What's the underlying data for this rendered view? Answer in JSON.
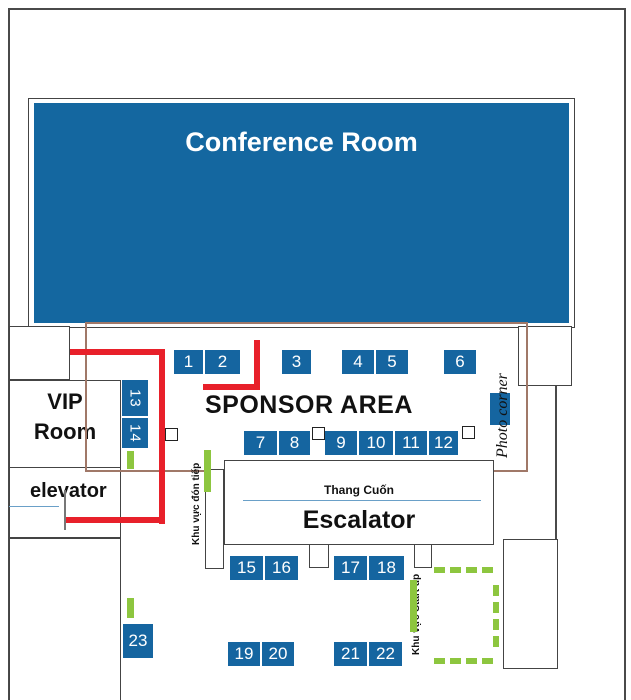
{
  "rooms": {
    "conference": "Conference Room",
    "vip_line1": "VIP",
    "vip_line2": "Room",
    "elevator": "elevator",
    "sponsor_area": "SPONSOR AREA",
    "photo_corner": "Photo corner",
    "escalator_vn": "Thang Cuốn",
    "escalator": "Escalator",
    "reception_vn": "Khu vực đón tiếp",
    "startup_vn": "Khu vực Start up"
  },
  "booths": [
    "1",
    "2",
    "3",
    "4",
    "5",
    "6",
    "7",
    "8",
    "9",
    "10",
    "11",
    "12",
    "13",
    "14",
    "15",
    "16",
    "17",
    "18",
    "19",
    "20",
    "21",
    "22",
    "23"
  ],
  "colors": {
    "booth": "#1565a0",
    "conference": "#1467a0",
    "route": "#e8202a",
    "startup_marker": "#8dc63f",
    "sponsor_outline": "#a07868"
  }
}
